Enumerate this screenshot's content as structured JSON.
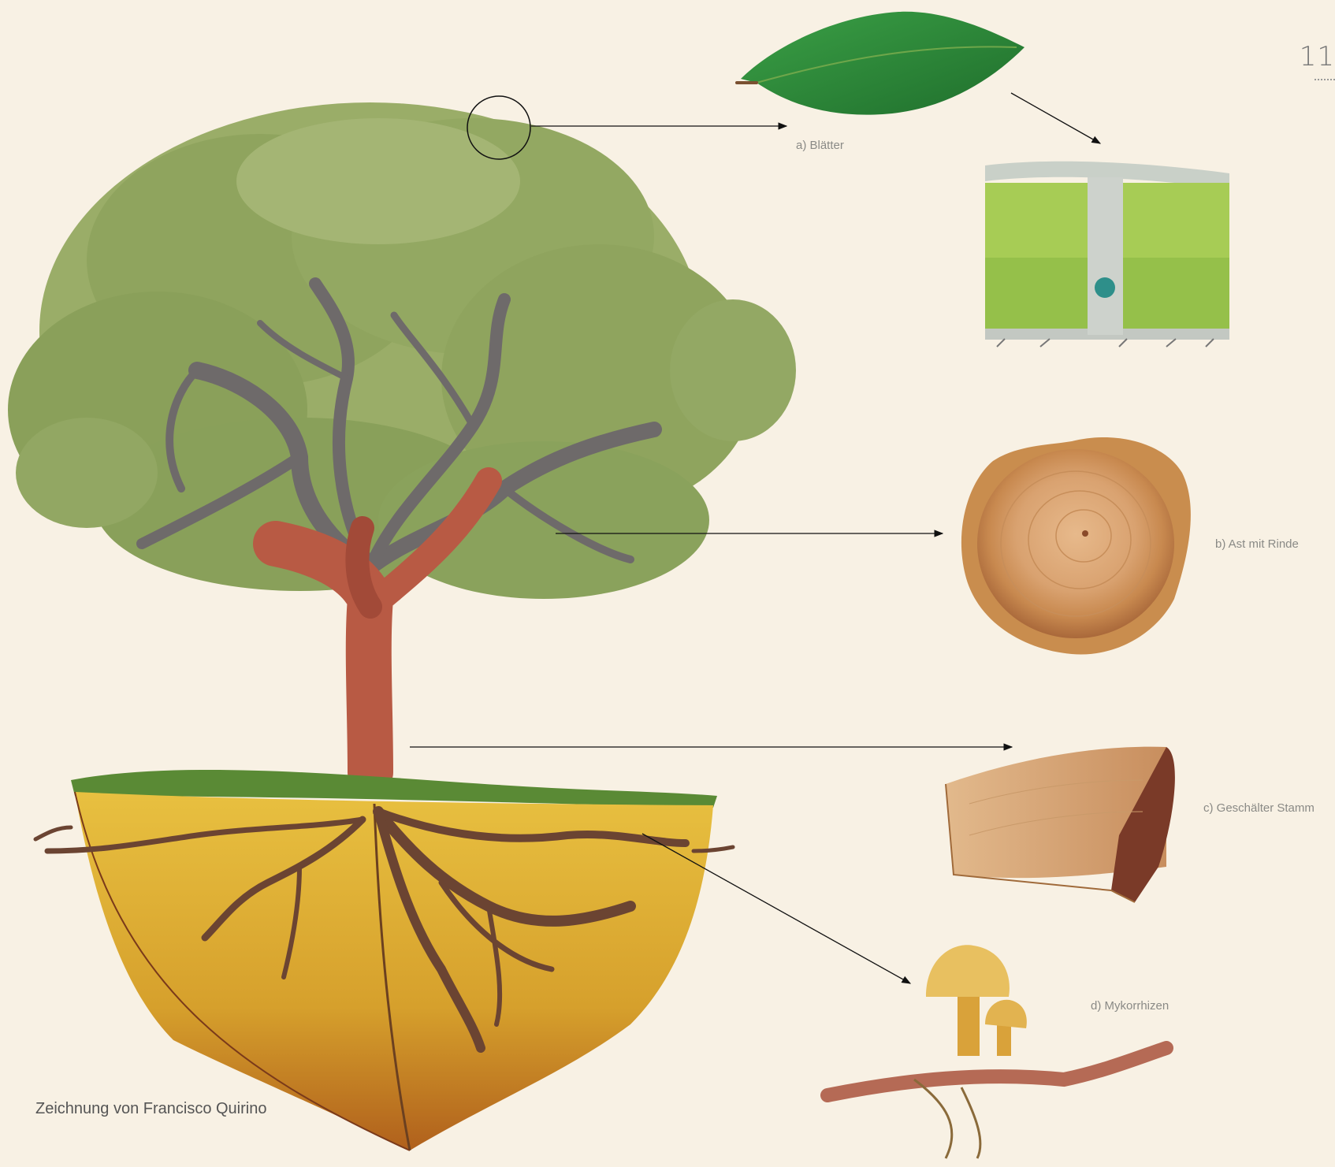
{
  "page_number": "11",
  "credit": "Zeichnung von Francisco Quirino",
  "labels": {
    "leaves": "a) Blätter",
    "branch": "b) Ast mit Rinde",
    "trunk": "c) Geschälter Stamm",
    "mycorrhiza": "d) Mykorrhizen"
  },
  "colors": {
    "background": "#f8f1e4",
    "foliage": "#8aa05a",
    "bark": "#b85a44",
    "soil": "#d8a62e",
    "leaf": "#2f8a3a",
    "arrow": "#111111"
  }
}
